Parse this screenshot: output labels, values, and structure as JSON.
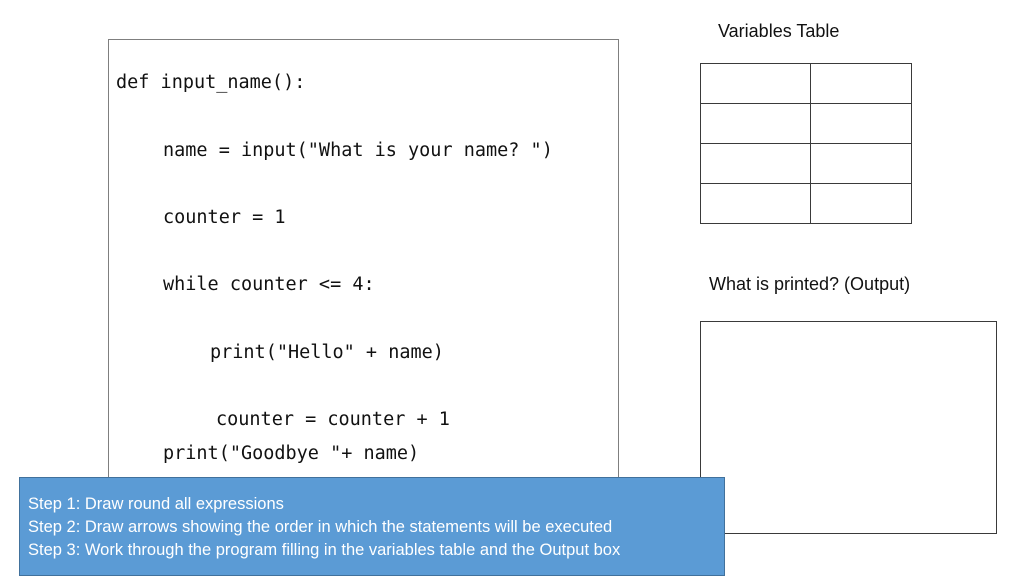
{
  "code": {
    "lines": [
      "def input_name():",
      "name = input(\"What is your name? \")",
      "counter = 1",
      "while counter <= 4:",
      "print(\"Hello\" + name)",
      "counter = counter + 1",
      "print(\"Goodbye \"+ name)"
    ]
  },
  "variables_table": {
    "title": "Variables Table",
    "rows": [
      [
        "",
        ""
      ],
      [
        "",
        ""
      ],
      [
        "",
        ""
      ],
      [
        "",
        ""
      ]
    ]
  },
  "output": {
    "title": "What is printed? (Output)"
  },
  "steps": [
    "Step 1: Draw round all expressions",
    "Step 2: Draw arrows showing the order in which the  statements will be executed",
    "Step 3: Work through the program filling in the variables table and the Output box"
  ]
}
